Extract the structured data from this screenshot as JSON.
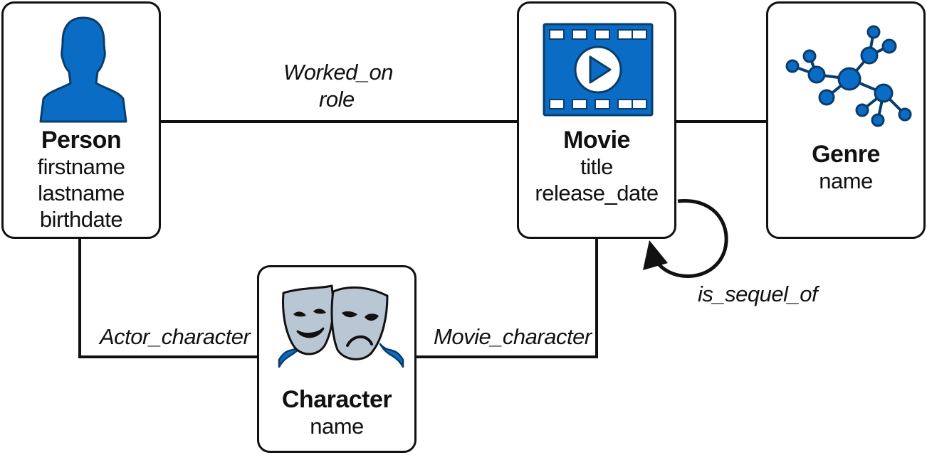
{
  "colors": {
    "accent": "#0a6cc4",
    "accent_dark": "#0a3d6b",
    "line": "#111111",
    "mask": "#b9c6d4"
  },
  "entities": {
    "person": {
      "title": "Person",
      "attributes": [
        "firstname",
        "lastname",
        "birthdate"
      ],
      "icon": "person-icon"
    },
    "movie": {
      "title": "Movie",
      "attributes": [
        "title",
        "release_date"
      ],
      "icon": "film-icon"
    },
    "genre": {
      "title": "Genre",
      "attributes": [
        "name"
      ],
      "icon": "network-icon"
    },
    "character": {
      "title": "Character",
      "attributes": [
        "name"
      ],
      "icon": "theater-masks-icon"
    }
  },
  "relationships": {
    "worked_on": {
      "name": "Worked_on",
      "attribute": "role"
    },
    "actor_character": {
      "name": "Actor_character"
    },
    "movie_character": {
      "name": "Movie_character"
    },
    "is_sequel_of": {
      "name": "is_sequel_of"
    }
  }
}
